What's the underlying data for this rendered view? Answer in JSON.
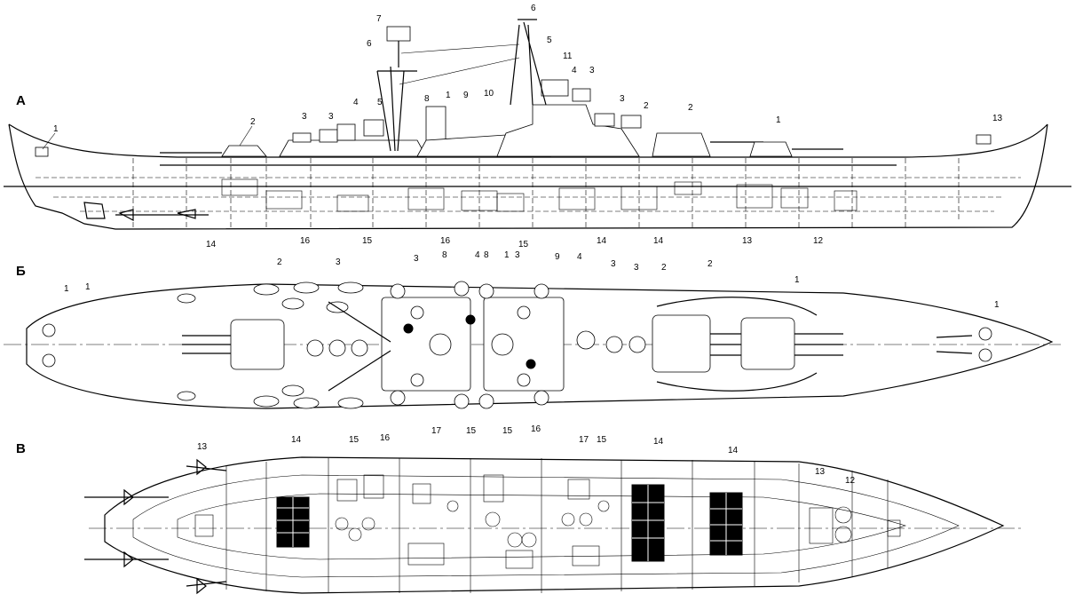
{
  "views": {
    "profile": {
      "label": "А"
    },
    "deck_plan": {
      "label": "Б"
    },
    "hold_plan": {
      "label": "В"
    }
  },
  "callouts": {
    "profile": [
      "1",
      "2",
      "3",
      "3",
      "4",
      "5",
      "6",
      "7",
      "8",
      "1",
      "9",
      "10",
      "6",
      "5",
      "11",
      "4",
      "3",
      "3",
      "2",
      "2",
      "1",
      "13",
      "14",
      "16",
      "15",
      "16",
      "15",
      "14",
      "14",
      "13",
      "12"
    ],
    "deck_plan": [
      "2",
      "3",
      "3",
      "8",
      "4",
      "8",
      "1",
      "3",
      "9",
      "4",
      "3",
      "3",
      "2",
      "2",
      "1",
      "1",
      "1",
      "1"
    ],
    "hold_plan": [
      "13",
      "14",
      "15",
      "16",
      "17",
      "15",
      "15",
      "16",
      "17",
      "15",
      "14",
      "14",
      "13",
      "12"
    ]
  }
}
